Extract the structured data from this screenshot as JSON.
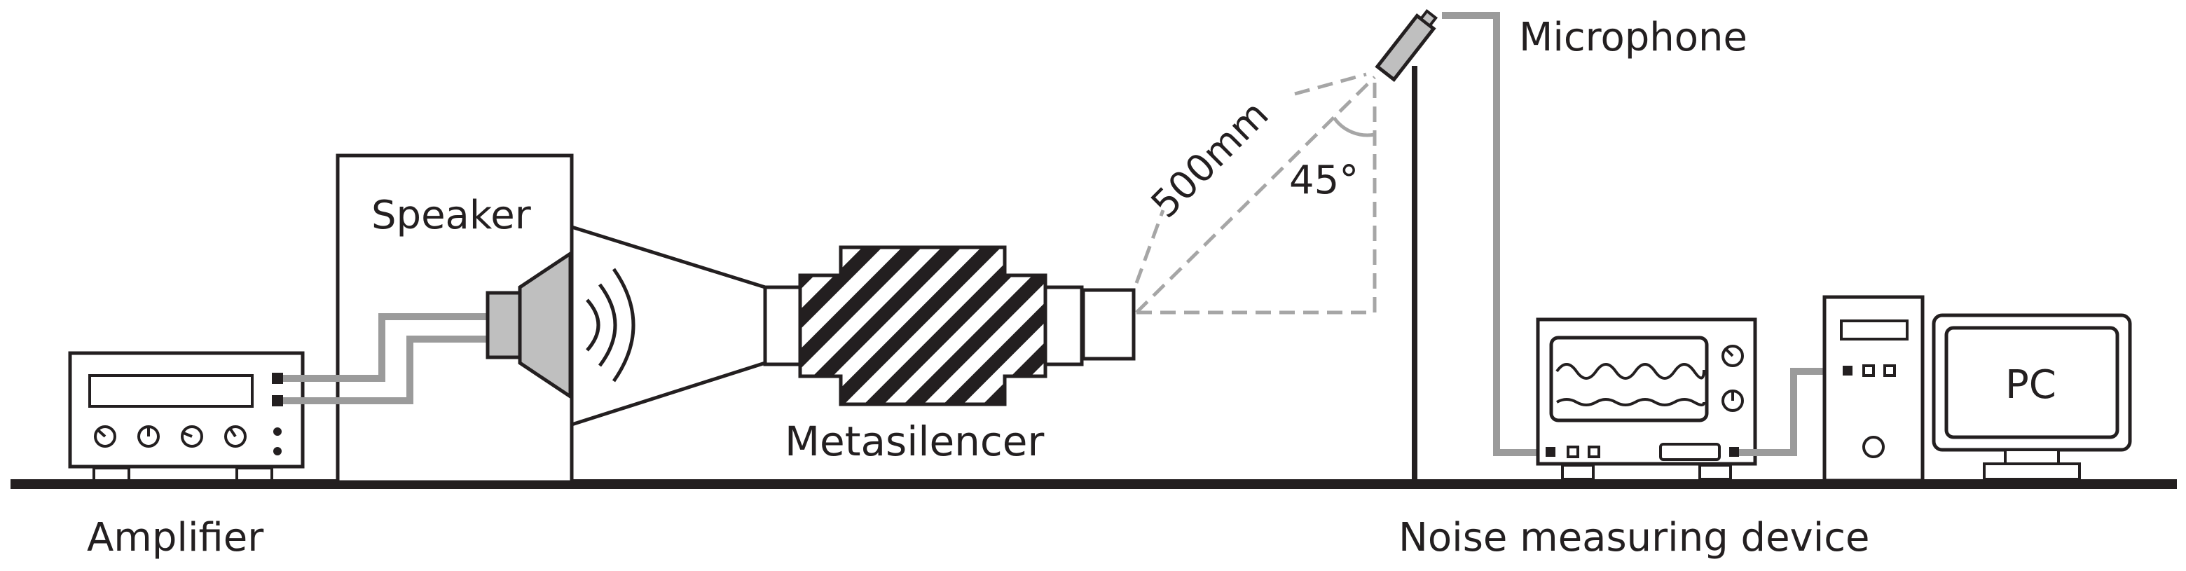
{
  "labels": {
    "speaker": "Speaker",
    "microphone": "Microphone",
    "distance": "500mm",
    "angle": "45°",
    "metasilencer": "Metasilencer",
    "pc": "PC",
    "amplifier": "Amplifier",
    "noise_device": "Noise measuring device"
  },
  "colors": {
    "line": "#231f20",
    "cable": "#9b9b9b",
    "grey_fill": "#bfbfbf",
    "dashed": "#a6a6a6"
  }
}
